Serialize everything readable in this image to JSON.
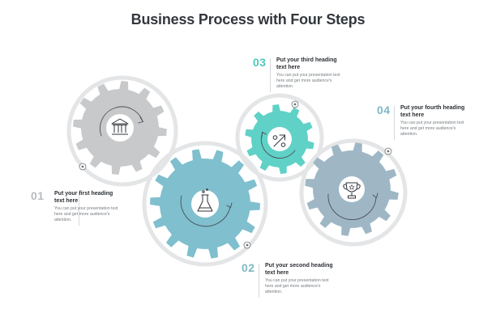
{
  "title": "Business Process with Four Steps",
  "colors": {
    "gray_gear": "#c8c9ca",
    "blue_gear": "#7fbfce",
    "teal_gear": "#5fd1c6",
    "slate_gear": "#9fb7c5",
    "ring": "#e3e5e6",
    "step_num_gray": "#b8bcbf",
    "step_num_teal": "#4cc8bb",
    "step_num_blue": "#7fb8c7"
  },
  "steps": [
    {
      "number": "01",
      "heading": [
        "Put your first heading",
        "text here"
      ],
      "body": [
        "You can put your presentation text",
        "here and get more audience's",
        "attention."
      ],
      "icon": "bank-icon"
    },
    {
      "number": "02",
      "heading": [
        "Put your second heading",
        "text here"
      ],
      "body": [
        "You can put your presentation text",
        "here and get more audience's",
        "attention."
      ],
      "icon": "flask-icon"
    },
    {
      "number": "03",
      "heading": [
        "Put your third heading",
        "text here"
      ],
      "body": [
        "You can put your presentation text",
        "here and get more audience's",
        "attention."
      ],
      "icon": "percent-growth-icon"
    },
    {
      "number": "04",
      "heading": [
        "Put your fourth heading",
        "text here"
      ],
      "body": [
        "You can put your presentation text",
        "here and get more audience's",
        "attention."
      ],
      "icon": "trophy-icon"
    }
  ]
}
